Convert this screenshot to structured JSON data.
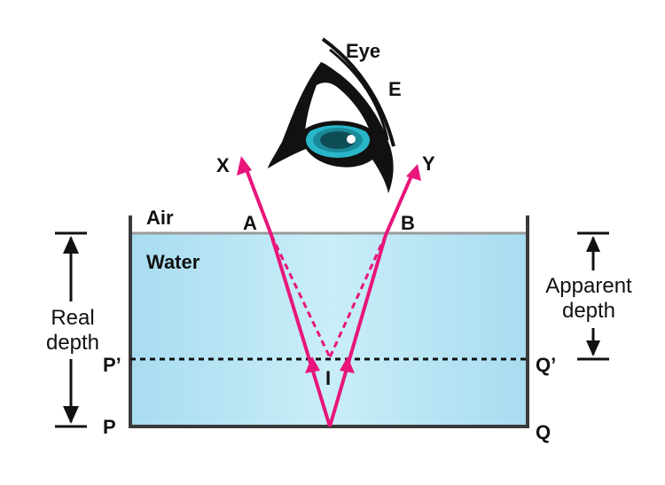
{
  "labels": {
    "eye": "Eye",
    "eye_point": "E",
    "ray_left_end": "X",
    "ray_right_end": "Y",
    "point_a": "A",
    "point_b": "B",
    "air": "Air",
    "water": "Water",
    "real_depth_line1": "Real",
    "real_depth_line2": "depth",
    "apparent_depth_line1": "Apparent",
    "apparent_depth_line2": "depth",
    "p_prime": "P’",
    "q_prime": "Q’",
    "image_point": "I",
    "p": "P",
    "q": "Q"
  },
  "colors": {
    "ray": "#e8157a",
    "water_light": "#c8eef8",
    "water_dark": "#a9def2",
    "container": "#333333",
    "surface": "#aaaaaa",
    "iris": "#29b6c9"
  }
}
